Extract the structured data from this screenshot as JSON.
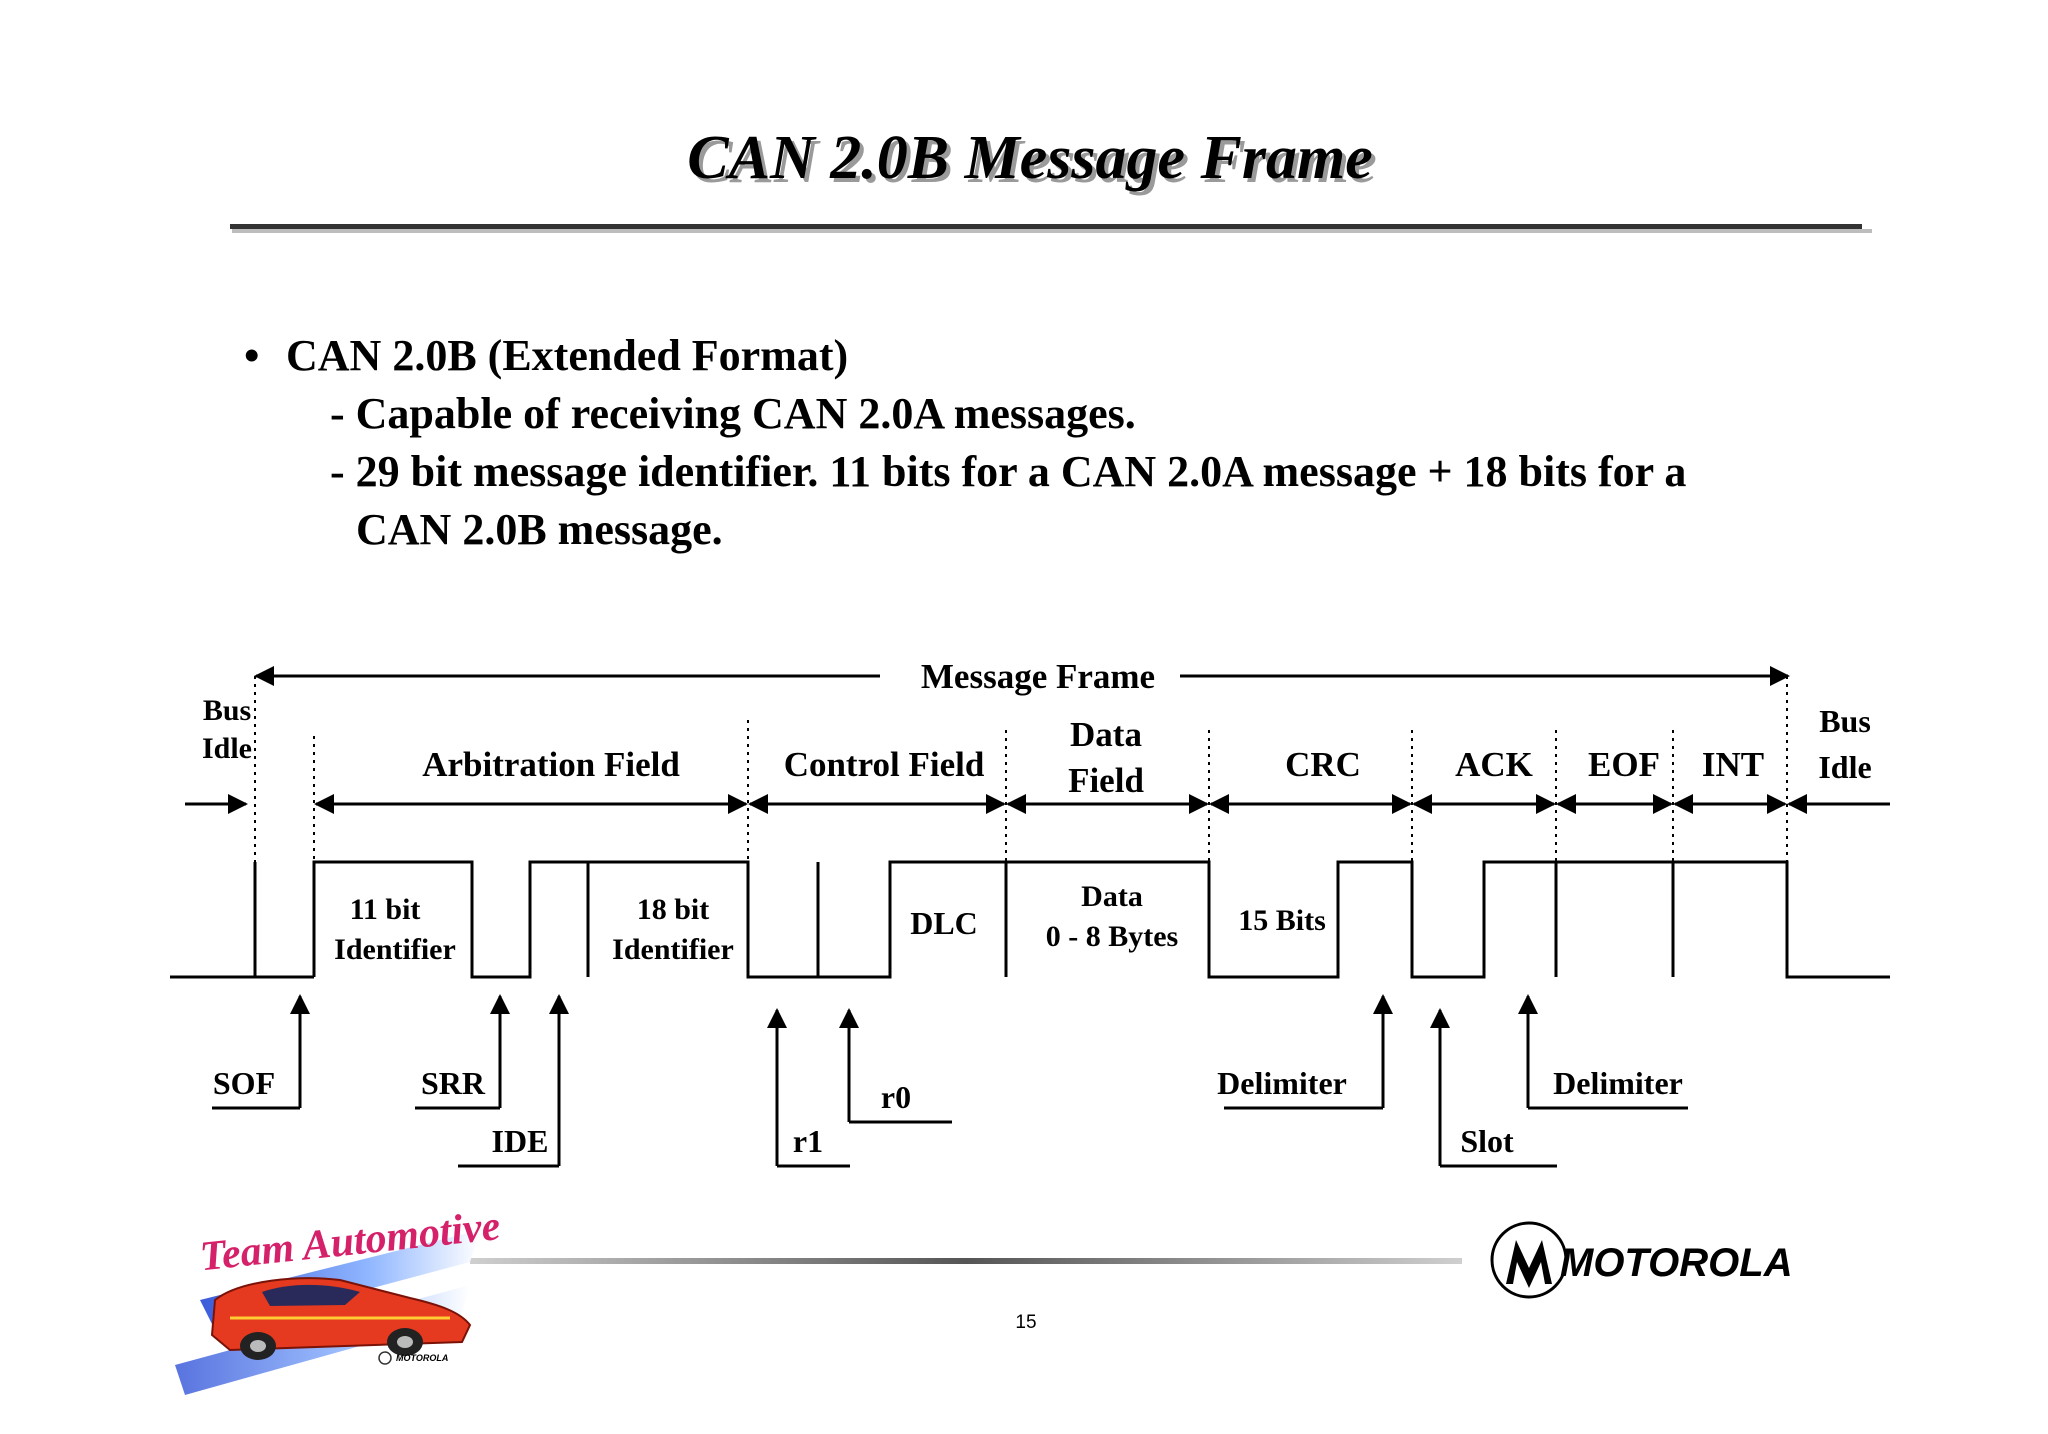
{
  "slide": {
    "title": "CAN 2.0B Message Frame",
    "bullet_main": "CAN 2.0B (Extended Format)",
    "sub1": "- Capable of receiving CAN 2.0A messages.",
    "sub2_line1": "- 29 bit message identifier. 11 bits for a CAN 2.0A message + 18 bits for a",
    "sub2_line2": "CAN 2.0B message.",
    "page_number": "15"
  },
  "diagram": {
    "message_frame": "Message Frame",
    "bus_idle_left": [
      "Bus",
      "Idle"
    ],
    "bus_idle_right": [
      "Bus",
      "Idle"
    ],
    "fields": {
      "arbitration": "Arbitration Field",
      "control": "Control Field",
      "data": [
        "Data",
        "Field"
      ],
      "crc": "CRC",
      "ack": "ACK",
      "eof": "EOF",
      "int": "INT"
    },
    "segments": {
      "id11": [
        "11 bit",
        "Identifier"
      ],
      "id18": [
        "18 bit",
        "Identifier"
      ],
      "dlc": "DLC",
      "data": [
        "Data",
        "0 - 8 Bytes"
      ],
      "crc_bits": "15 Bits"
    },
    "pointers": {
      "sof": "SOF",
      "srr": "SRR",
      "ide": "IDE",
      "r1": "r1",
      "r0": "r0",
      "crc_delimiter": "Delimiter",
      "slot": "Slot",
      "ack_delimiter": "Delimiter"
    }
  },
  "footer": {
    "brand": "MOTOROLA",
    "logo_text": "Team Automotive",
    "logo_brand": "MOTOROLA",
    "icons": [
      "motorola-batwing-icon",
      "team-automotive-car-logo"
    ]
  }
}
